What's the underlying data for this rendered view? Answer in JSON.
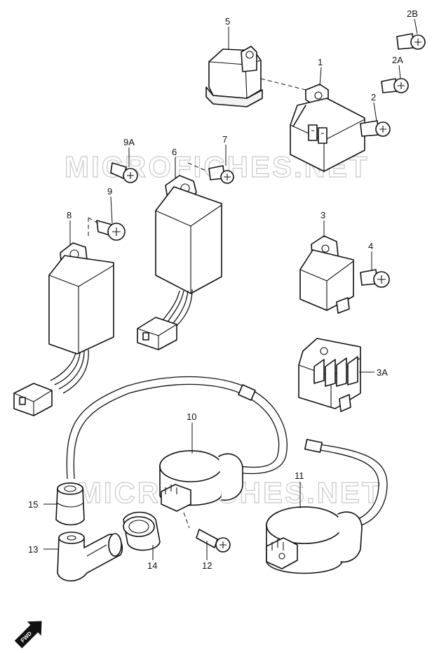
{
  "watermark": "MICROFICHES.NET",
  "fwd_label": "FWD",
  "callouts": {
    "p1": "1",
    "p2": "2",
    "p2A": "2A",
    "p2B": "2B",
    "p3": "3",
    "p3A": "3A",
    "p4": "4",
    "p5": "5",
    "p6": "6",
    "p7": "7",
    "p8": "8",
    "p9": "9",
    "p9A": "9A",
    "p10": "10",
    "p11": "11",
    "p12": "12",
    "p13": "13",
    "p14": "14",
    "p15": "15"
  }
}
